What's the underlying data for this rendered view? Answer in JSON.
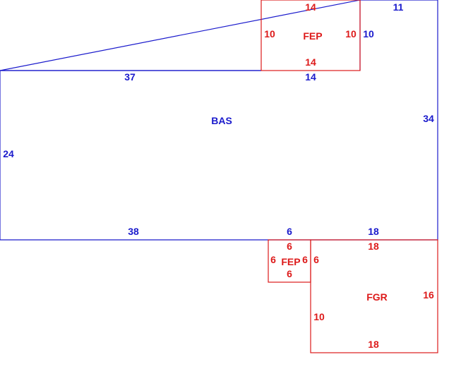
{
  "colors": {
    "main": "#1a1acc",
    "addition": "#dd1a1a",
    "background": "#ffffff"
  },
  "areas": {
    "bas": {
      "name": "BAS",
      "dims": {
        "top_left": "37",
        "top_right": "14",
        "right_upper": "11",
        "right_side": "34",
        "right_notch": "10",
        "left": "24",
        "bottom_left": "38",
        "bottom_mid": "6",
        "bottom_right": "18"
      }
    },
    "fep_top": {
      "name": "FEP",
      "dims": {
        "top": "14",
        "bottom": "14",
        "left": "10",
        "right": "10"
      }
    },
    "fep_small": {
      "name": "FEP",
      "dims": {
        "top": "6",
        "bottom": "6",
        "left": "6",
        "right": "6"
      }
    },
    "fgr": {
      "name": "FGR",
      "dims": {
        "top": "18",
        "bottom": "18",
        "left": "10",
        "right": "16",
        "left_upper": "6"
      }
    }
  }
}
